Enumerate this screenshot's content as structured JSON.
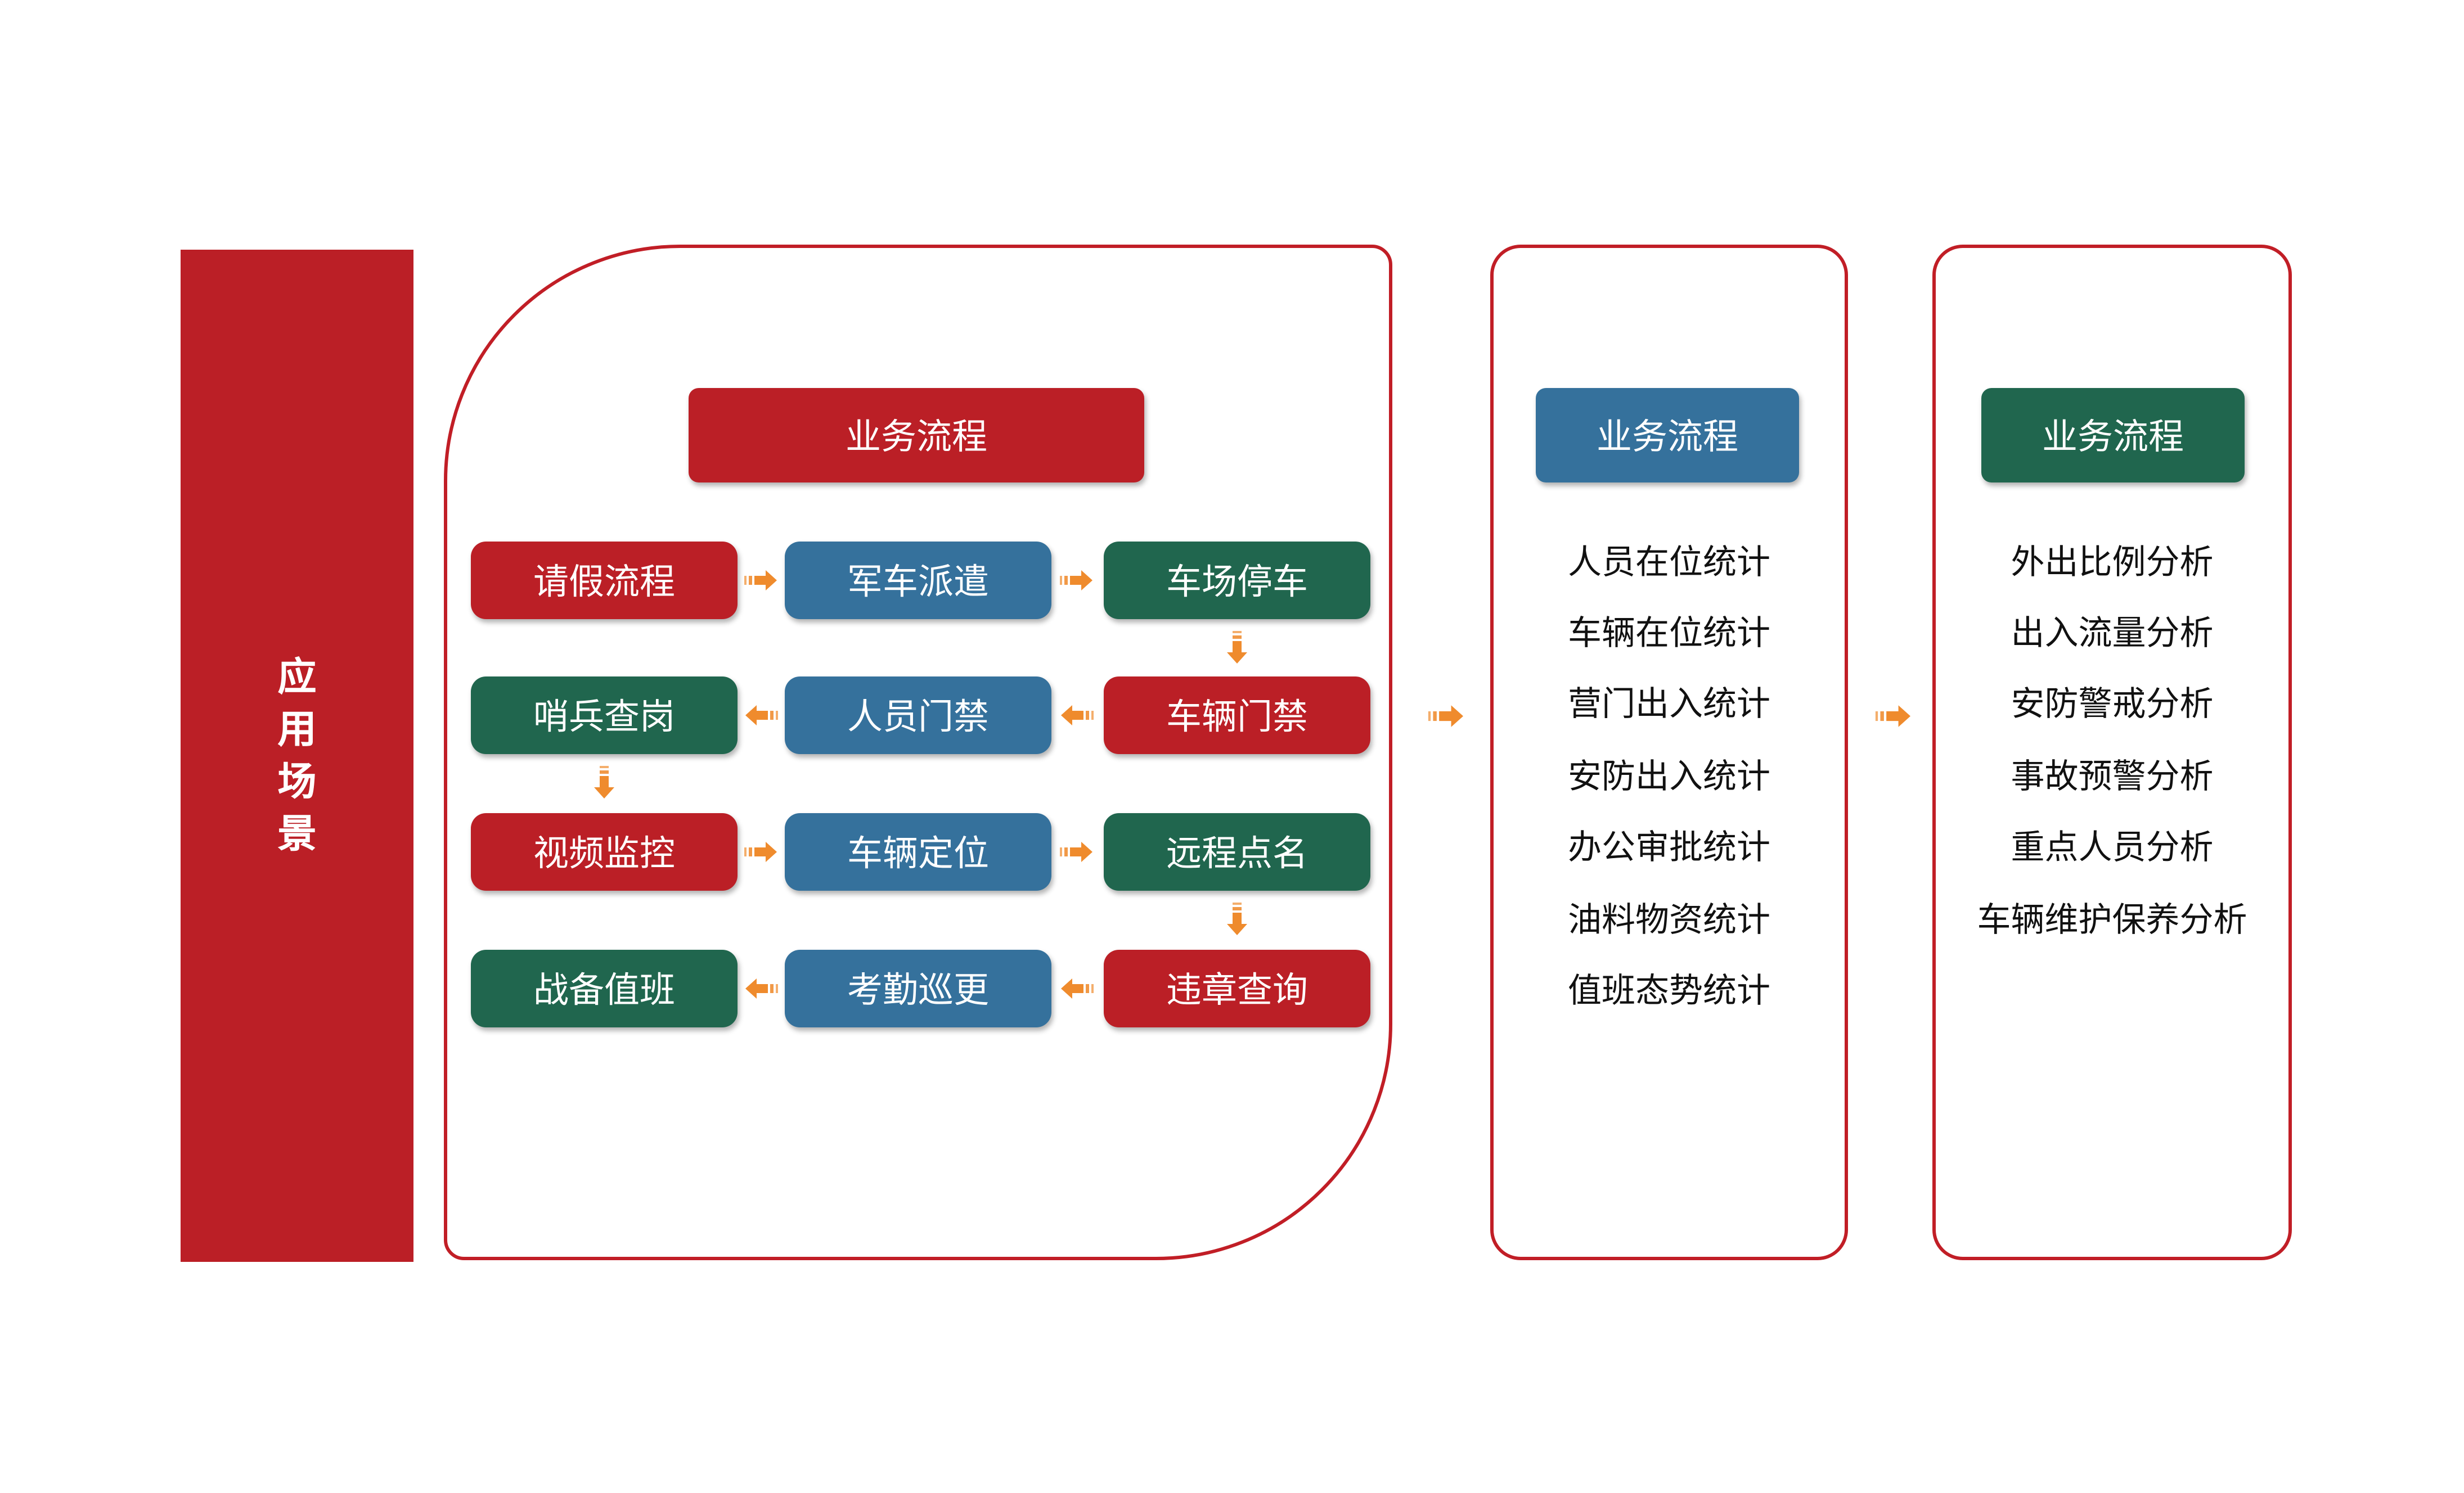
{
  "colors": {
    "red": "#BB1F26",
    "blue": "#35719C",
    "green": "#20664E",
    "orange": "#EF8B2D",
    "border-red": "#C11E26"
  },
  "banner": {
    "char0": "应",
    "char1": "用",
    "char2": "场",
    "char3": "景"
  },
  "panel1": {
    "header": "业务流程",
    "boxes": {
      "r1c1": "请假流程",
      "r1c2": "军车派遣",
      "r1c3": "车场停车",
      "r2c1": "哨兵查岗",
      "r2c2": "人员门禁",
      "r2c3": "车辆门禁",
      "r3c1": "视频监控",
      "r3c2": "车辆定位",
      "r3c3": "远程点名",
      "r4c1": "战备值班",
      "r4c2": "考勤巡更",
      "r4c3": "违章查询"
    }
  },
  "panel2": {
    "header": "业务流程",
    "items": [
      "人员在位统计",
      "车辆在位统计",
      "营门出入统计",
      "安防出入统计",
      "办公审批统计",
      "油料物资统计",
      "值班态势统计"
    ]
  },
  "panel3": {
    "header": "业务流程",
    "items": [
      "外出比例分析",
      "出入流量分析",
      "安防警戒分析",
      "事故预警分析",
      "重点人员分析",
      "车辆维护保养分析"
    ]
  }
}
